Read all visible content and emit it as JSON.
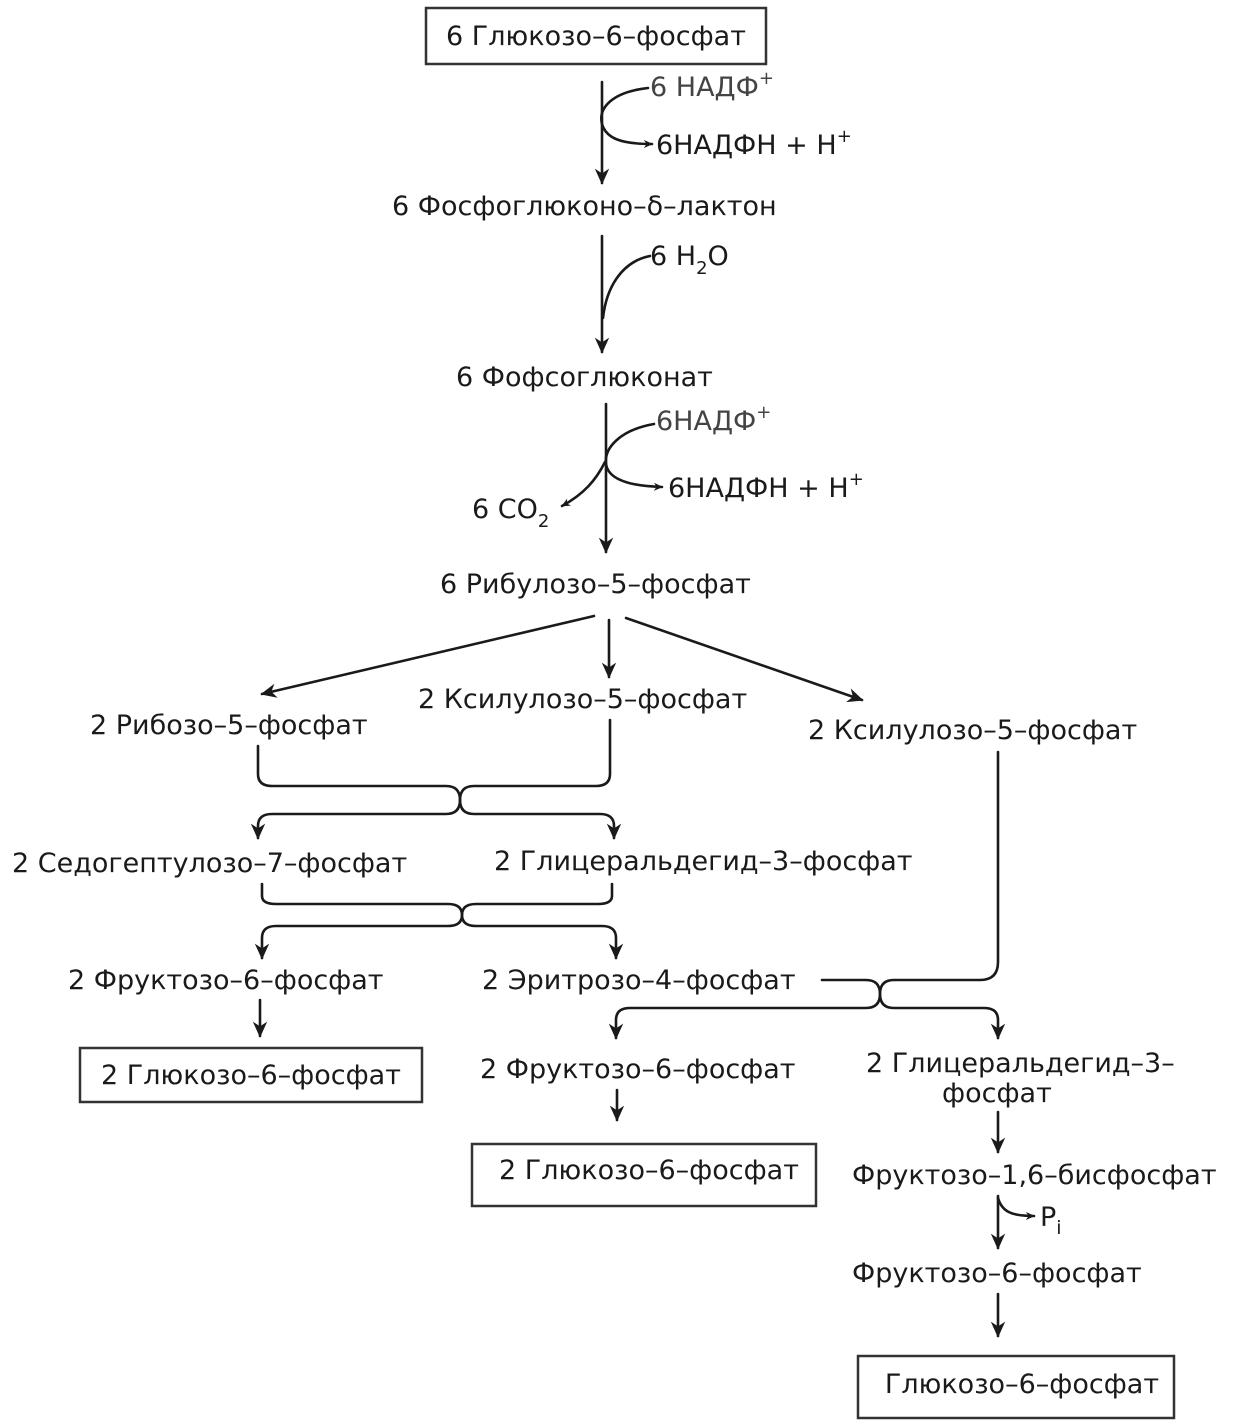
{
  "diagram": {
    "start_box": "6 Глюкозо–6–фосфат",
    "step1": {
      "cofactor_in": "6 НАДФ",
      "cofactor_in_sup": "+",
      "cofactor_out": "6НАДФН + Н",
      "cofactor_out_sup": "+",
      "product": "6  Фосфоглюконо–δ–лактон"
    },
    "step2": {
      "water_prefix": "6  H",
      "water_sub": "2",
      "water_suffix": "O",
      "product": "6  Фофсоглюконат"
    },
    "step3": {
      "cofactor_in": "6НАДФ",
      "cofactor_in_sup": "+",
      "cofactor_out": "6НАДФН + Н",
      "cofactor_out_sup": "+",
      "co2_prefix": "6  CO",
      "co2_sub": "2",
      "product": "6 Рибулозо–5–фосфат"
    },
    "split": {
      "left": "2 Рибозо–5–фосфат",
      "middle": "2 Ксилулозо–5–фосфат",
      "right": "2 Ксилулозо–5–фосфат"
    },
    "transketolase1": {
      "left": "2 Седогептулозо–7–фосфат",
      "right": "2 Глицеральдегид–3–фосфат"
    },
    "transaldolase": {
      "left": "2 Фруктозо–6–фосфат",
      "right": "2 Эритрозо–4–фосфат"
    },
    "left_box": "2 Глюкозо–6–фосфат",
    "transketolase2": {
      "left": "2 Фруктозо–6–фосфат",
      "right_line1": "2 Глицеральдегид–3–",
      "right_line2": "фосфат"
    },
    "middle_box": "2 Глюкозо–6–фосфат",
    "right_chain": {
      "bisphosphate": "Фруктозо–1,6–бисфосфат",
      "pi_main": "P",
      "pi_sub": "i",
      "f6p": "Фруктозо–6–фосфат",
      "final_box": "Глюкозо–6–фосфат"
    }
  }
}
